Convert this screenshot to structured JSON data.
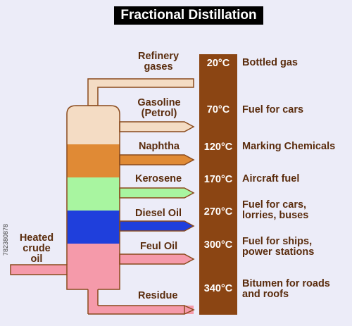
{
  "title": "Fractional Distillation",
  "input_label": "Heated crude oil",
  "image_id": "782380878",
  "colors": {
    "outline": "#8a4a1c",
    "column_bar": "#8b4513",
    "text": "#5a2c0d",
    "refinery_gases": "#f4dcc4",
    "gasoline": "#f4dcc4",
    "naphtha": "#e08a35",
    "kerosene": "#a8f5a0",
    "diesel": "#1f3fdc",
    "fuel_oil": "#f59aaa",
    "residue": "#f59aaa"
  },
  "fractions": [
    {
      "name": "Refinery gases",
      "temp": "20°C",
      "use": "Bottled gas"
    },
    {
      "name": "Gasoline (Petrol)",
      "temp": "70°C",
      "use": "Fuel for cars"
    },
    {
      "name": "Naphtha",
      "temp": "120°C",
      "use": "Marking Chemicals"
    },
    {
      "name": "Kerosene",
      "temp": "170°C",
      "use": "Aircraft fuel"
    },
    {
      "name": "Diesel Oil",
      "temp": "270°C",
      "use": "Fuel for cars, lorries, buses"
    },
    {
      "name": "Feul Oil",
      "temp": "300°C",
      "use": "Fuel for ships, power stations"
    },
    {
      "name": "Residue",
      "temp": "340°C",
      "use": "Bitumen for roads and roofs"
    }
  ]
}
